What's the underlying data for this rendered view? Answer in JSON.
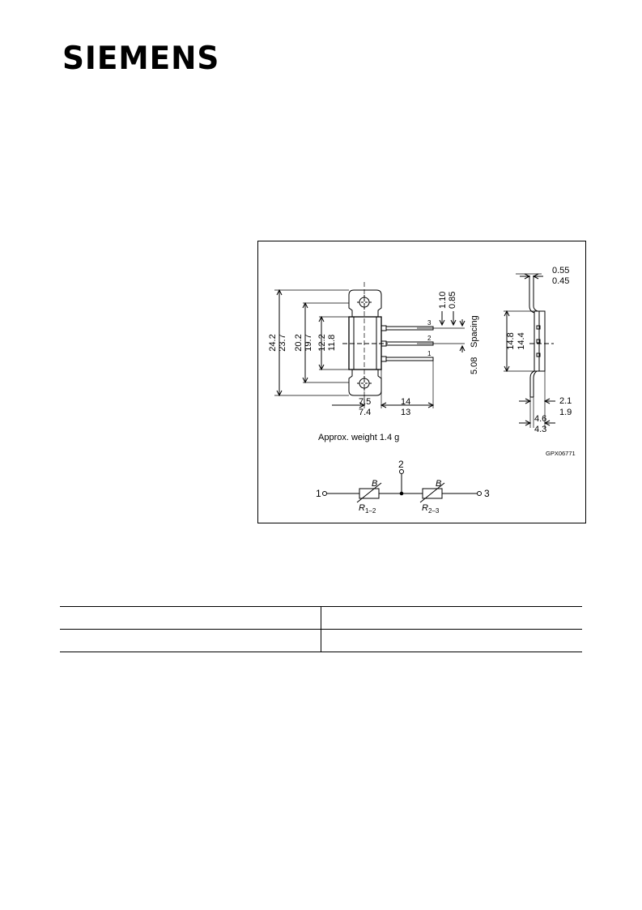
{
  "header": {
    "brand": "SIEMENS"
  },
  "figure": {
    "dimensions": {
      "d_24_2": "24.2",
      "d_23_7": "23.7",
      "d_20_2": "20.2",
      "d_19_7": "19.7",
      "d_12_2": "12.2",
      "d_11_8": "11.8",
      "d_1_10": "1.10",
      "d_0_85": "0.85",
      "spacing": "Spacing",
      "d_5_08": "5.08",
      "d_7_5": "7.5",
      "d_7_4": "7.4",
      "d_14": "14",
      "d_13": "13",
      "d_0_55": "0.55",
      "d_0_45": "0.45",
      "d_14_8": "14.8",
      "d_14_4": "14.4",
      "d_2_1": "2.1",
      "d_1_9": "1.9",
      "d_4_6": "4.6",
      "d_4_3": "4.3"
    },
    "pin_labels": [
      "3",
      "2",
      "1"
    ],
    "weight_note": "Approx. weight 1.4 g",
    "drawing_code": "GPX06771",
    "circuit": {
      "terminal_1": "1",
      "terminal_2": "2",
      "terminal_3": "3",
      "b_left": "B",
      "b_right": "B",
      "r12_main": "R",
      "r12_sub": "1–2",
      "r23_main": "R",
      "r23_sub": "2–3"
    }
  },
  "table": {
    "rows": [
      [
        "",
        ""
      ],
      [
        "",
        ""
      ]
    ]
  }
}
